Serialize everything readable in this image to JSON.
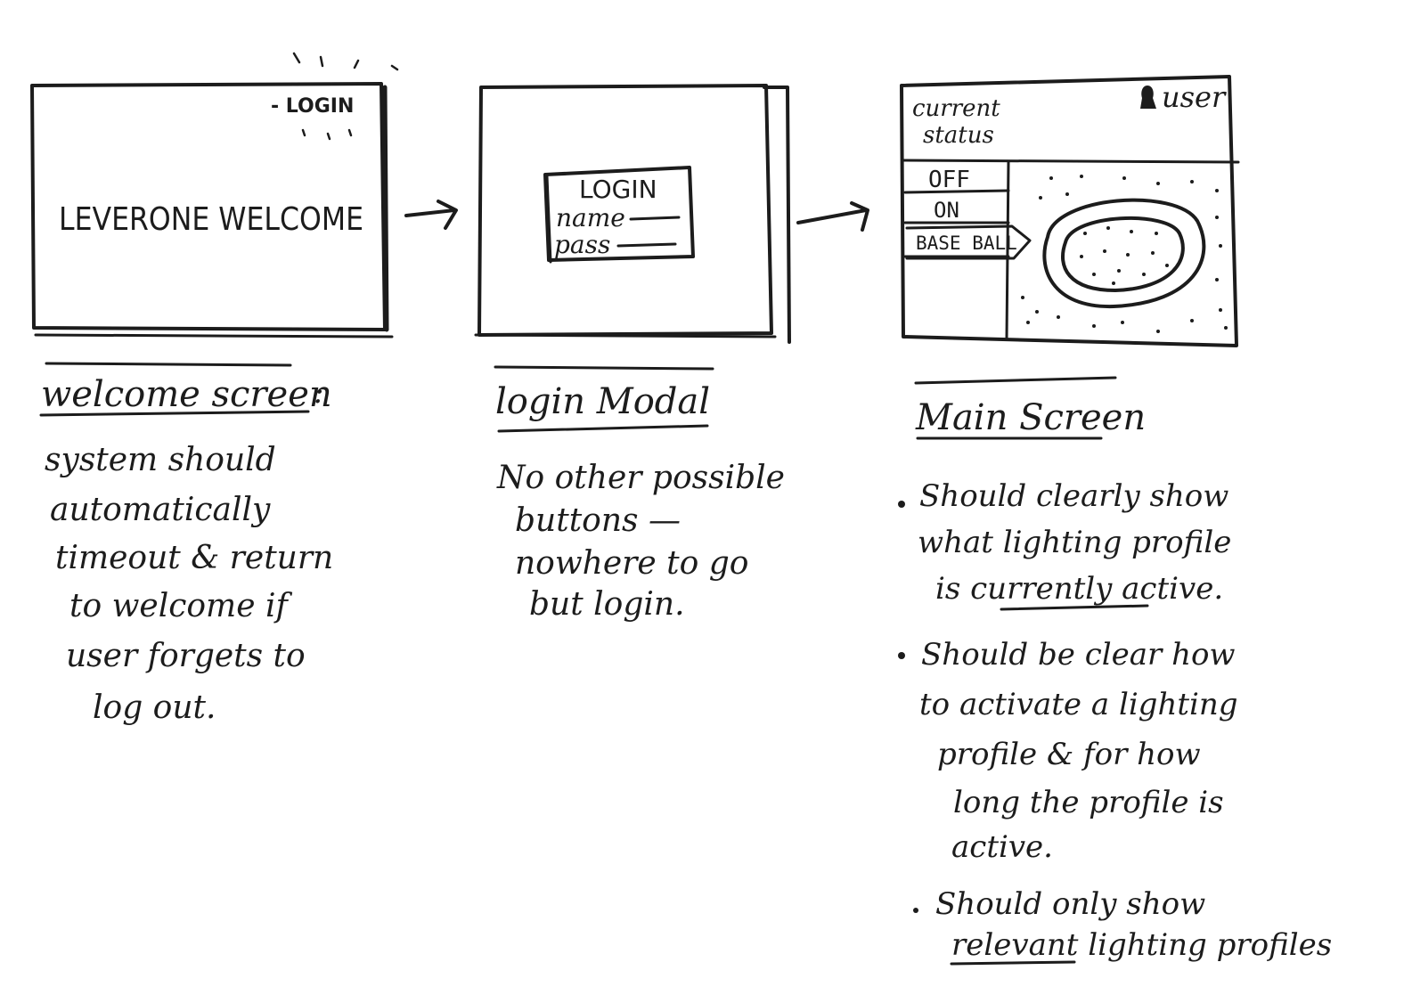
{
  "welcome": {
    "login_label": "- LOGIN",
    "title": "LEVERONE WELCOME",
    "heading": "welcome screen",
    "heading_colon": ":",
    "notes": [
      "system should",
      "automatically",
      "timeout & return",
      "to welcome if",
      "user forgets to",
      "log out."
    ]
  },
  "login": {
    "modal_title": "LOGIN",
    "name_label": "name",
    "pass_label": "pass",
    "heading": "login Modal",
    "notes": [
      "No other possible",
      "buttons —",
      "nowhere to go",
      "but login."
    ]
  },
  "main": {
    "status_label_line1": "current",
    "status_label_line2": "status",
    "user_label": "user",
    "profiles": [
      "OFF",
      "ON",
      "BASE BALL"
    ],
    "heading": "Main Screen",
    "bullets": [
      [
        "Should clearly show",
        "what lighting profile",
        "is currently active."
      ],
      [
        "Should be clear how",
        "to activate a lighting",
        "profile & for how",
        "long the profile is",
        "active."
      ],
      [
        "Should only show",
        "relevant lighting profiles"
      ]
    ]
  }
}
